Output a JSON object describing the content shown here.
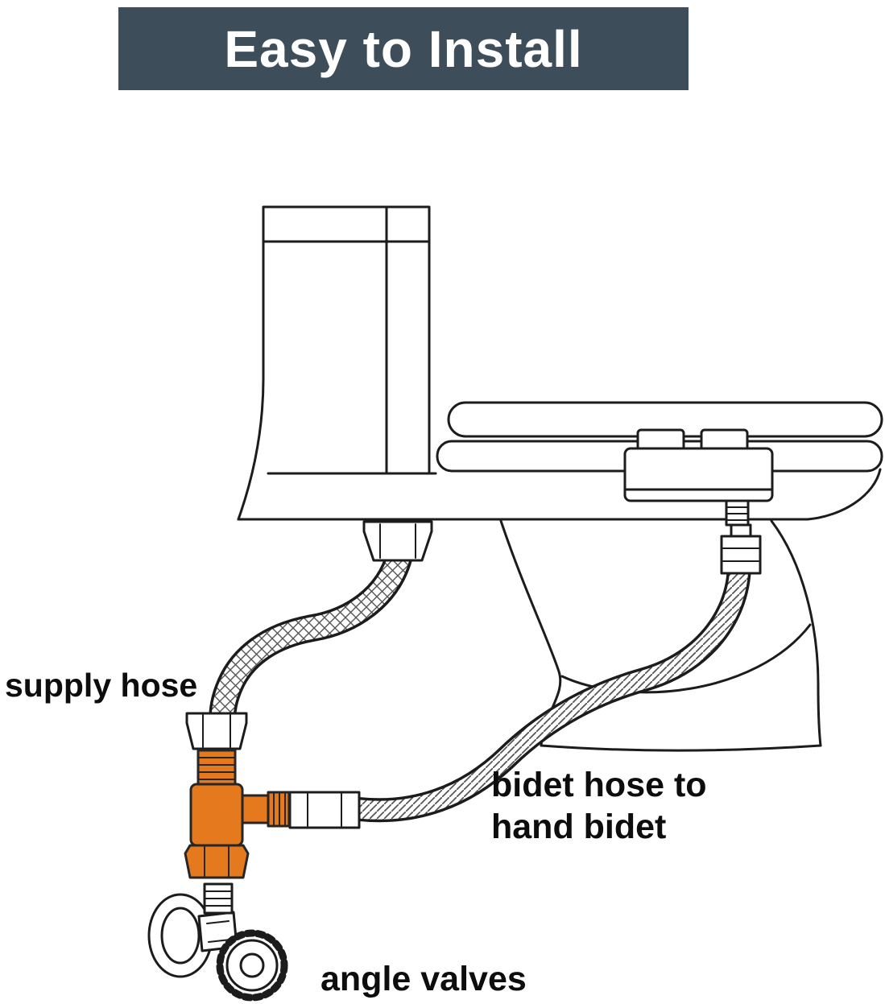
{
  "banner": {
    "title": "Easy to Install",
    "bg_color": "#3e4d5a",
    "text_color": "#ffffff"
  },
  "labels": {
    "supply_hose": "supply hose",
    "bidet_hose_line1": "bidet hose to",
    "bidet_hose_line2": "hand bidet",
    "angle_valves": "angle valves"
  },
  "colors": {
    "valve_orange": "#e5791e",
    "outline": "#1c1c1c",
    "page_background": "#ffffff",
    "label_text": "#0d0d0d"
  }
}
